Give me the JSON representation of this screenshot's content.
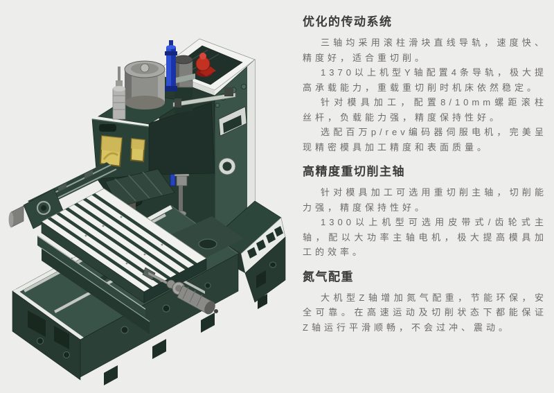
{
  "page": {
    "background": "#EDEDEB"
  },
  "illustration": {
    "name": "cnc-vertical-machining-center-isometric-render",
    "colors": {
      "machine_dark_green": "#263A31",
      "machine_mid_green": "#3A5449",
      "table_white": "#F1F2EE",
      "nitrogen_cylinder_blue": "#2E4FD2",
      "valve_red": "#C23122",
      "window_yellow": "#D9C464",
      "motor_gray": "#8E8E8B"
    }
  },
  "content": {
    "sections": [
      {
        "title": "优化的传动系统",
        "paragraphs": [
          "三轴均采用滚柱滑块直线导轨，速度快、精度好，适合重切削。",
          "1370以上机型Y轴配置4条导轨，极大提高承载能力，重载重切削时机床依然稳定。",
          "针对模具加工，配置8/10mm螺距滚柱丝杆，负载能力强，精度保持性好。",
          "选配百万p/rev编码器伺服电机，完美呈现精密模具加工精度和表面质量。"
        ]
      },
      {
        "title": "高精度重切削主轴",
        "paragraphs": [
          "针对模具加工可选用重切削主轴，切削能力强，精度保持性好。",
          "1300以上机型可选用皮带式/齿轮式主轴，配以大功率主轴电机，极大提高模具加工的效率。"
        ]
      },
      {
        "title": "氮气配重",
        "paragraphs": [
          "大机型Z轴增加氮气配重，节能环保，安全可靠。在高速运动及切削状态下都能保证Z轴运行平滑顺畅，不会过冲、震动。"
        ]
      }
    ]
  }
}
